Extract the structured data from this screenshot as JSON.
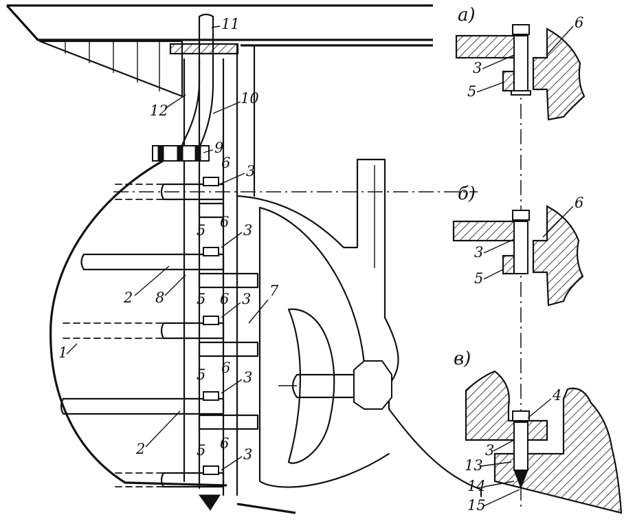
{
  "labels": {
    "n1": "1",
    "n2a": "2",
    "n2b": "2",
    "n3a": "3",
    "n3b": "3",
    "n3c": "3",
    "n3d": "3",
    "n3e": "3",
    "n5a": "5",
    "n5b": "5",
    "n5c": "5",
    "n5d": "5",
    "n6a": "6",
    "n6b": "6",
    "n6c": "6",
    "n6d": "6",
    "n6e": "6",
    "n7": "7",
    "n8": "8",
    "n9": "9",
    "n10": "10",
    "n11": "11",
    "n12": "12"
  },
  "detail_a": {
    "title": "а)",
    "n6": "6",
    "n3": "3",
    "n5": "5"
  },
  "detail_b": {
    "title": "б)",
    "n6": "6",
    "n3": "3",
    "n5": "5"
  },
  "detail_v": {
    "title": "в)",
    "n4": "4",
    "n3": "3",
    "n13": "13",
    "n14": "14",
    "n15": "15"
  }
}
